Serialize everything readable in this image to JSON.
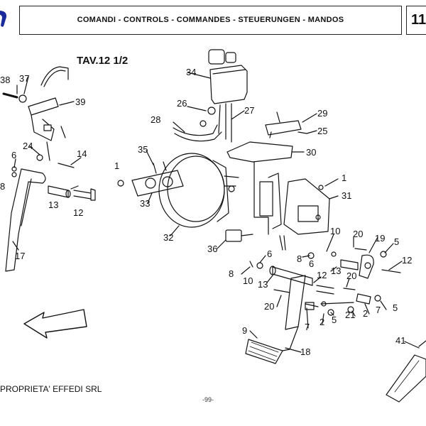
{
  "header": {
    "title": "COMANDI - CONTROLS - COMMANDES - STEUERUNGEN - MANDOS",
    "page_number": "11"
  },
  "table_ref": "TAV.12 1/2",
  "footer": {
    "owner": "PROPRIETA' EFFEDI SRL",
    "page": "-99-"
  },
  "part_labels": {
    "p38": "38",
    "p37": "37",
    "p39": "39",
    "p6a": "6",
    "p24": "24",
    "p14": "14",
    "p8a": "8",
    "p13a": "13",
    "p12a": "12",
    "p17": "17",
    "p34": "34",
    "p26": "26",
    "p27": "27",
    "p28": "28",
    "p29": "29",
    "p25": "25",
    "p35": "35",
    "p30": "30",
    "p1a": "1",
    "p1b": "1",
    "p31": "31",
    "p33": "33",
    "p32": "32",
    "p36": "36",
    "p6b": "6",
    "p8b": "8",
    "p10a": "10",
    "p13b": "13",
    "p20a": "20",
    "p10b": "10",
    "p8c": "8",
    "p6c": "6",
    "p20b": "20",
    "p19": "19",
    "p5a": "5",
    "p12b": "12",
    "p13c": "13",
    "p12c": "12",
    "p20c": "20",
    "p2a": "2",
    "p7a": "7",
    "p5b": "5",
    "p2b": "2",
    "p5c": "5",
    "p21": "21",
    "p7b": "7",
    "p9": "9",
    "p18": "18",
    "p41": "41"
  },
  "colors": {
    "ink": "#111111",
    "logo": "#1a2a9a"
  }
}
